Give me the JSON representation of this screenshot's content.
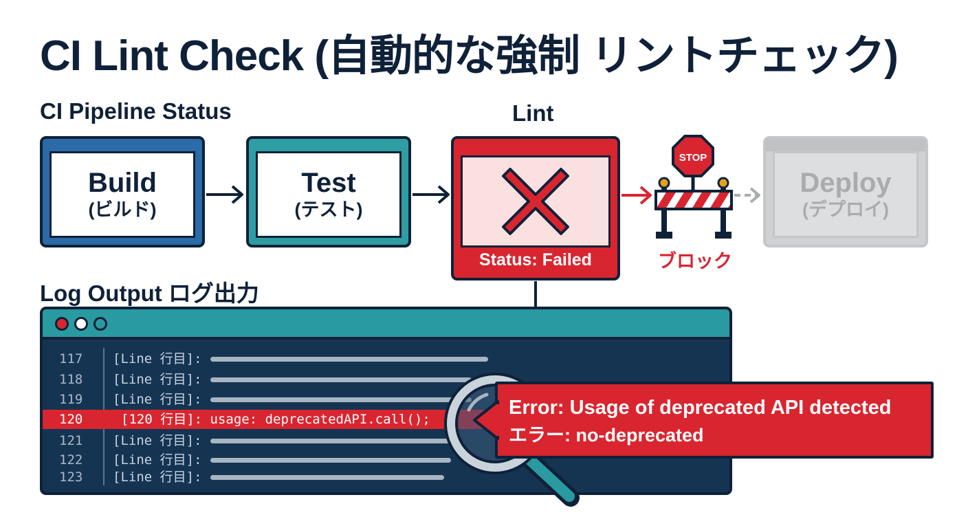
{
  "title": "CI Lint Check (自動的な強制 リントチェック)",
  "pipeline": {
    "label": "CI Pipeline Status",
    "stages": {
      "build": {
        "name": "Build",
        "sub": "(ビルド)"
      },
      "test": {
        "name": "Test",
        "sub": "(テスト)"
      },
      "lint": {
        "heading": "Lint",
        "status": "Status: Failed"
      },
      "deploy": {
        "name": "Deploy",
        "sub": "(デプロイ)"
      }
    },
    "blocker": {
      "sign": "STOP",
      "label": "ブロック"
    }
  },
  "log": {
    "label": "Log Output ログ出力",
    "lines": [
      {
        "num": "117",
        "text": "[Line 行目]:"
      },
      {
        "num": "118",
        "text": "[Line 行目]:"
      },
      {
        "num": "119",
        "text": "[Line 行目]:"
      },
      {
        "num": "120",
        "text": "[120 行目]: usage: deprecatedAPI.call();"
      },
      {
        "num": "121",
        "text": "[Line 行目]:"
      },
      {
        "num": "122",
        "text": "[Line 行目]:"
      },
      {
        "num": "123",
        "text": "[Line 行目]:"
      }
    ],
    "error": {
      "message": "Error: Usage of deprecated API detected",
      "rule": "エラー: no-deprecated"
    }
  },
  "colors": {
    "navy": "#0f2138",
    "build": "#2a6ba8",
    "test": "#2f9ea3",
    "error": "#d9252f",
    "disabled": "#cfd1d3"
  },
  "icons": [
    "x-mark-icon",
    "stop-sign-icon",
    "barrier-icon",
    "magnifier-icon"
  ]
}
